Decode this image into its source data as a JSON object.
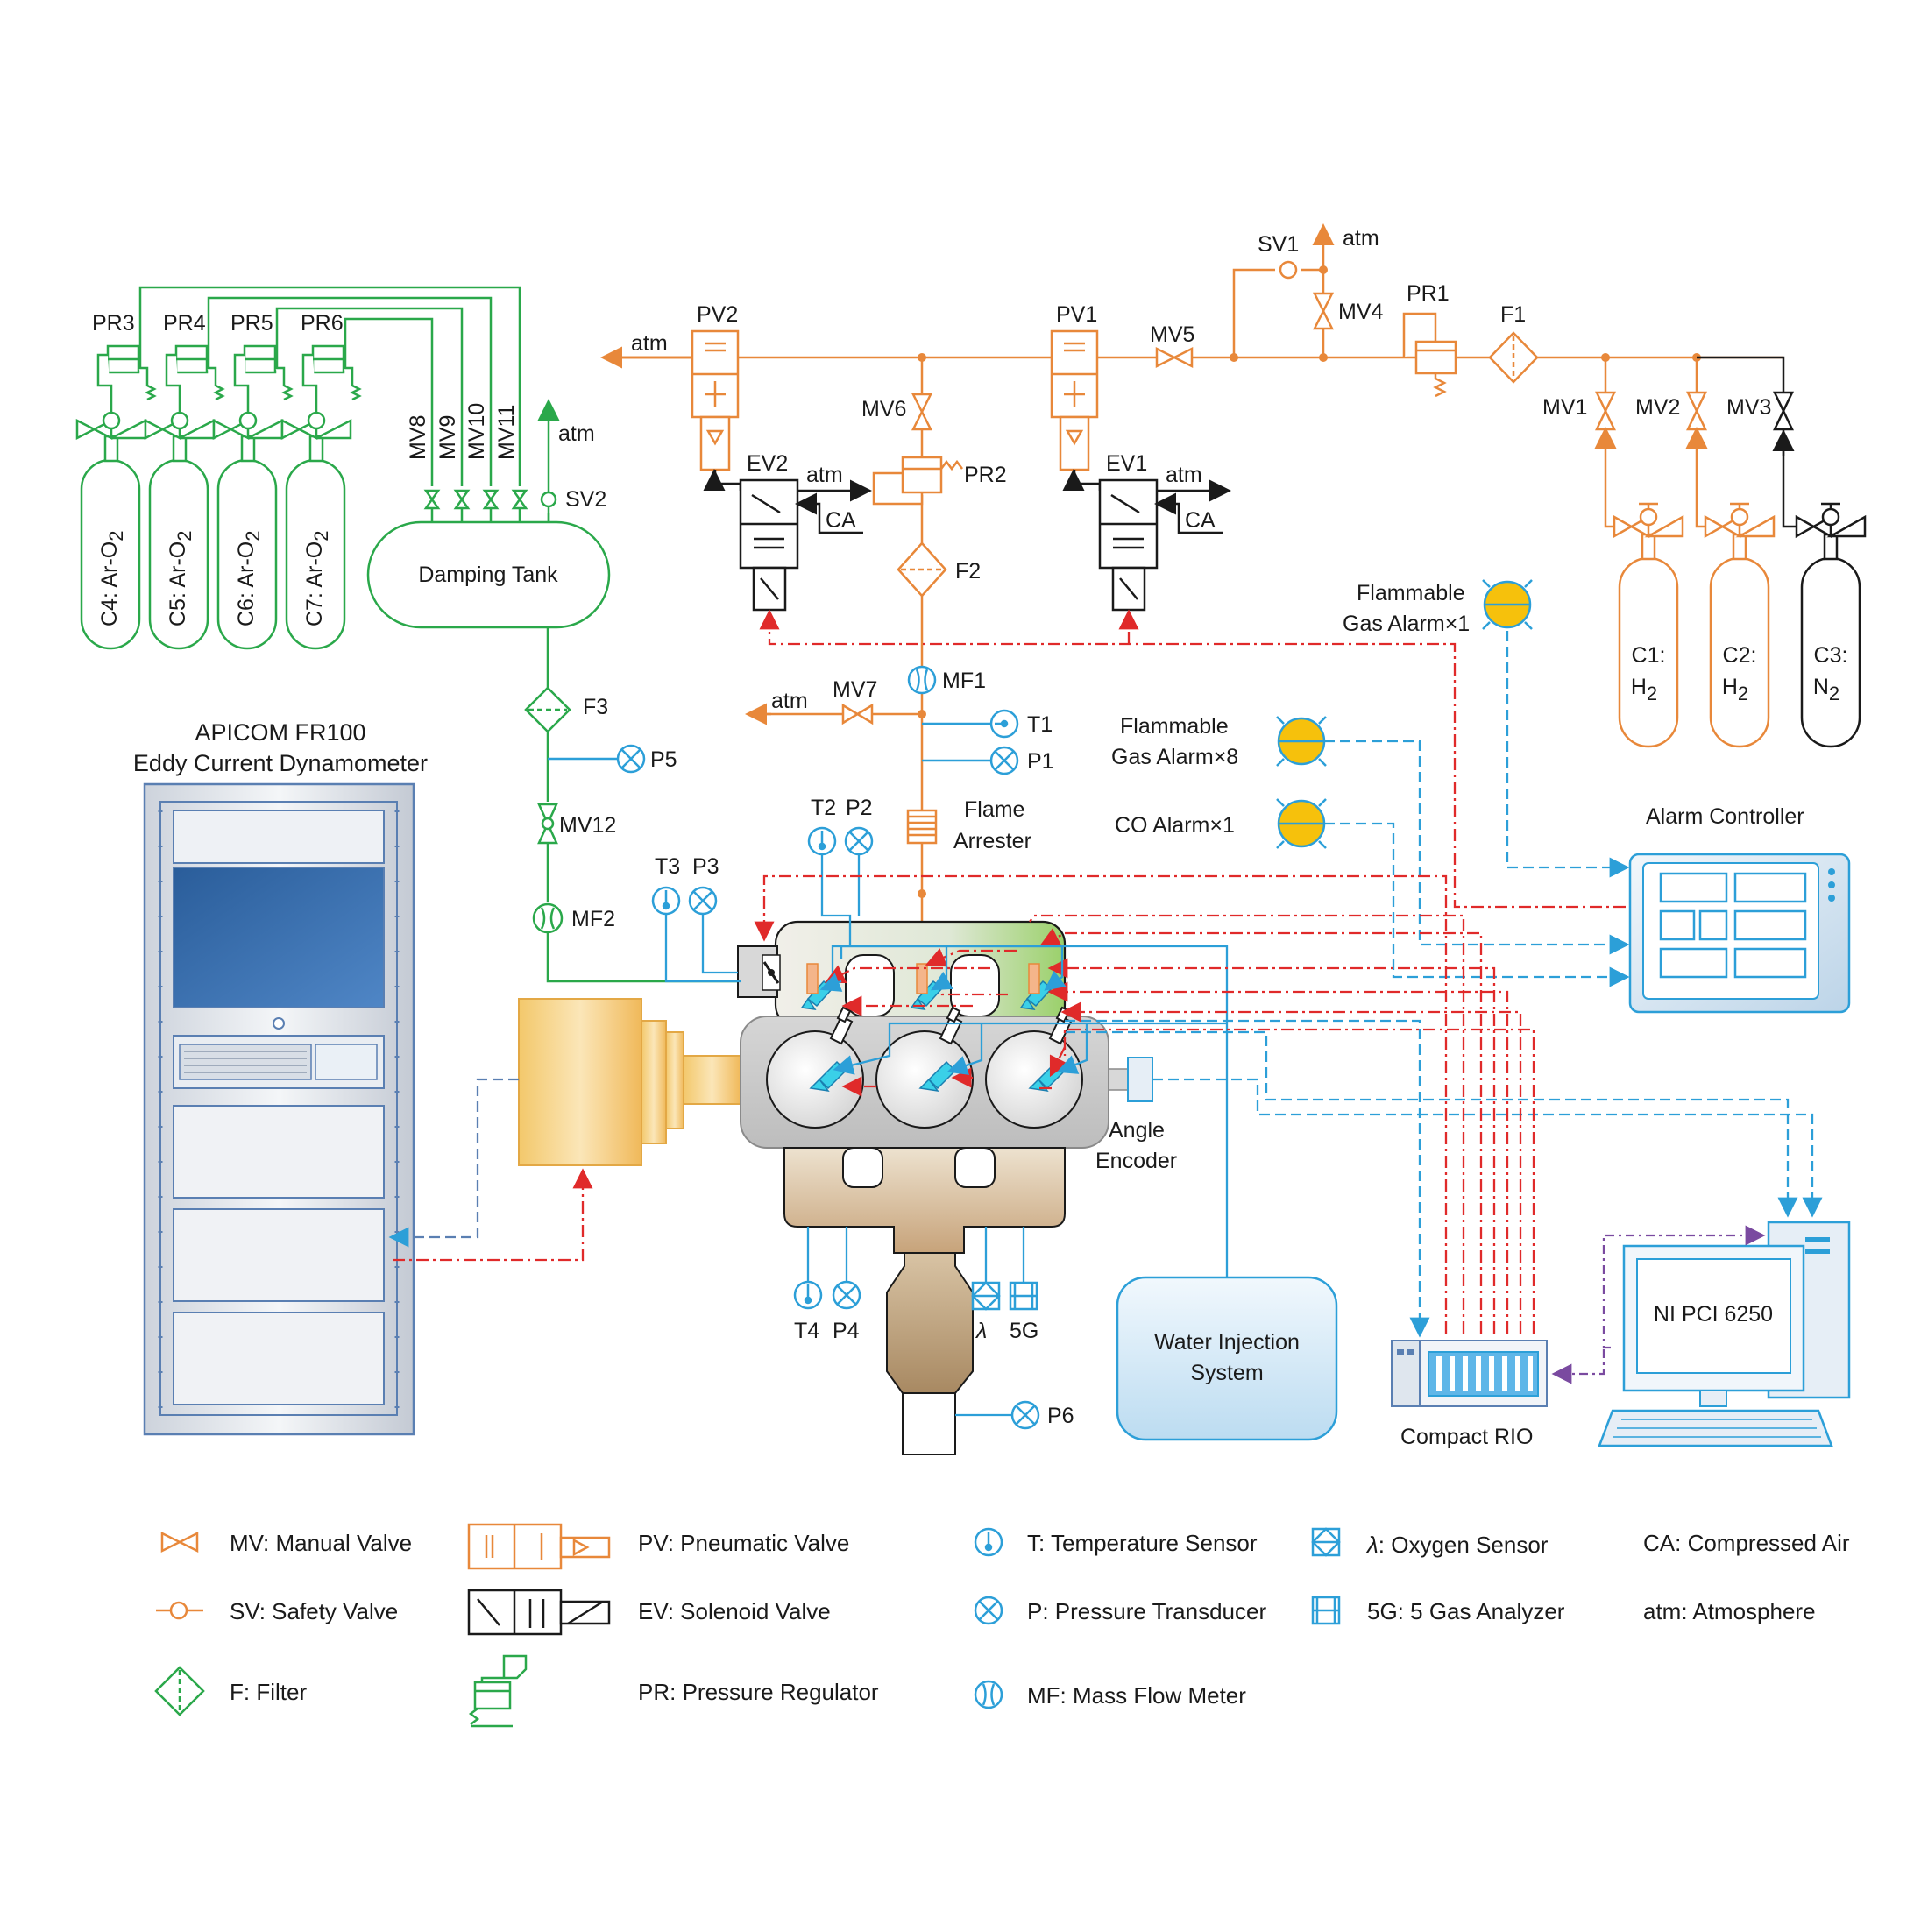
{
  "colors": {
    "fuel": "#e8883a",
    "oxidizer": "#2aa84a",
    "sensor": "#2c9fd8",
    "control": "#e02a2a",
    "black": "#1a1a1a",
    "purple": "#7a4aa0",
    "alarm_fill": "#f6c10c"
  },
  "fuel": {
    "atm_top": "atm",
    "sv1": "SV1",
    "mv4": "MV4",
    "pr1": "PR1",
    "f1": "F1",
    "pv1": "PV1",
    "pv2": "PV2",
    "mv5": "MV5",
    "atm_left": "atm",
    "mv6": "MV6",
    "pr2": "PR2",
    "f2": "F2",
    "ev1": "EV1",
    "ev2": "EV2",
    "ev1_atm": "atm",
    "ev2_atm": "atm",
    "ev1_ca": "CA",
    "ev2_ca": "CA",
    "mf1": "MF1",
    "mv7": "MV7",
    "mv7_atm": "atm",
    "t1": "T1",
    "p1": "P1",
    "flame_1": "Flame",
    "flame_2": "Arrester",
    "mv1": "MV1",
    "mv2": "MV2",
    "mv3": "MV3",
    "c1_a": "C1:",
    "c1_b": "H",
    "c1_sub": "2",
    "c2_a": "C2:",
    "c2_b": "H",
    "c2_sub": "2",
    "c3_a": "C3:",
    "c3_b": "N",
    "c3_sub": "2"
  },
  "oxidizer": {
    "pr3": "PR3",
    "pr4": "PR4",
    "pr5": "PR5",
    "pr6": "PR6",
    "c4": "C4: Ar-O",
    "c5": "C5: Ar-O",
    "c6": "C6: Ar-O",
    "c7": "C7: Ar-O",
    "sub": "2",
    "mv8": "MV8",
    "mv9": "MV9",
    "mv10": "MV10",
    "mv11": "MV11",
    "atm": "atm",
    "sv2": "SV2",
    "tank": "Damping Tank",
    "f3": "F3",
    "p5": "P5",
    "mv12": "MV12",
    "mf2": "MF2"
  },
  "alarms": {
    "flam1_a": "Flammable",
    "flam1_b": "Gas Alarm×1",
    "flam8_a": "Flammable",
    "flam8_b": "Gas Alarm×8",
    "co": "CO Alarm×1",
    "controller": "Alarm Controller"
  },
  "engine": {
    "dyno_a": "APICOM FR100",
    "dyno_b": "Eddy Current Dynamometer",
    "t2": "T2",
    "p2": "P2",
    "t3": "T3",
    "p3": "P3",
    "t4": "T4",
    "p4": "P4",
    "lambda": "λ",
    "g5": "5G",
    "p6": "P6",
    "encoder_a": "Angle",
    "encoder_b": "Encoder",
    "water_a": "Water Injection",
    "water_b": "System",
    "rio": "Compact RIO",
    "daq": "NI PCI 6250"
  },
  "legend": {
    "mv": "MV: Manual Valve",
    "sv": "SV: Safety Valve",
    "f": "F: Filter",
    "pv": "PV: Pneumatic Valve",
    "ev": "EV: Solenoid Valve",
    "pr": "PR: Pressure Regulator",
    "t": "T: Temperature Sensor",
    "p": "P: Pressure Transducer",
    "mf": "MF: Mass Flow Meter",
    "lambda": ": Oxygen Sensor",
    "lambda_sym": "λ",
    "g5": "5G: 5 Gas Analyzer",
    "ca": "CA: Compressed Air",
    "atm": "atm: Atmosphere"
  }
}
